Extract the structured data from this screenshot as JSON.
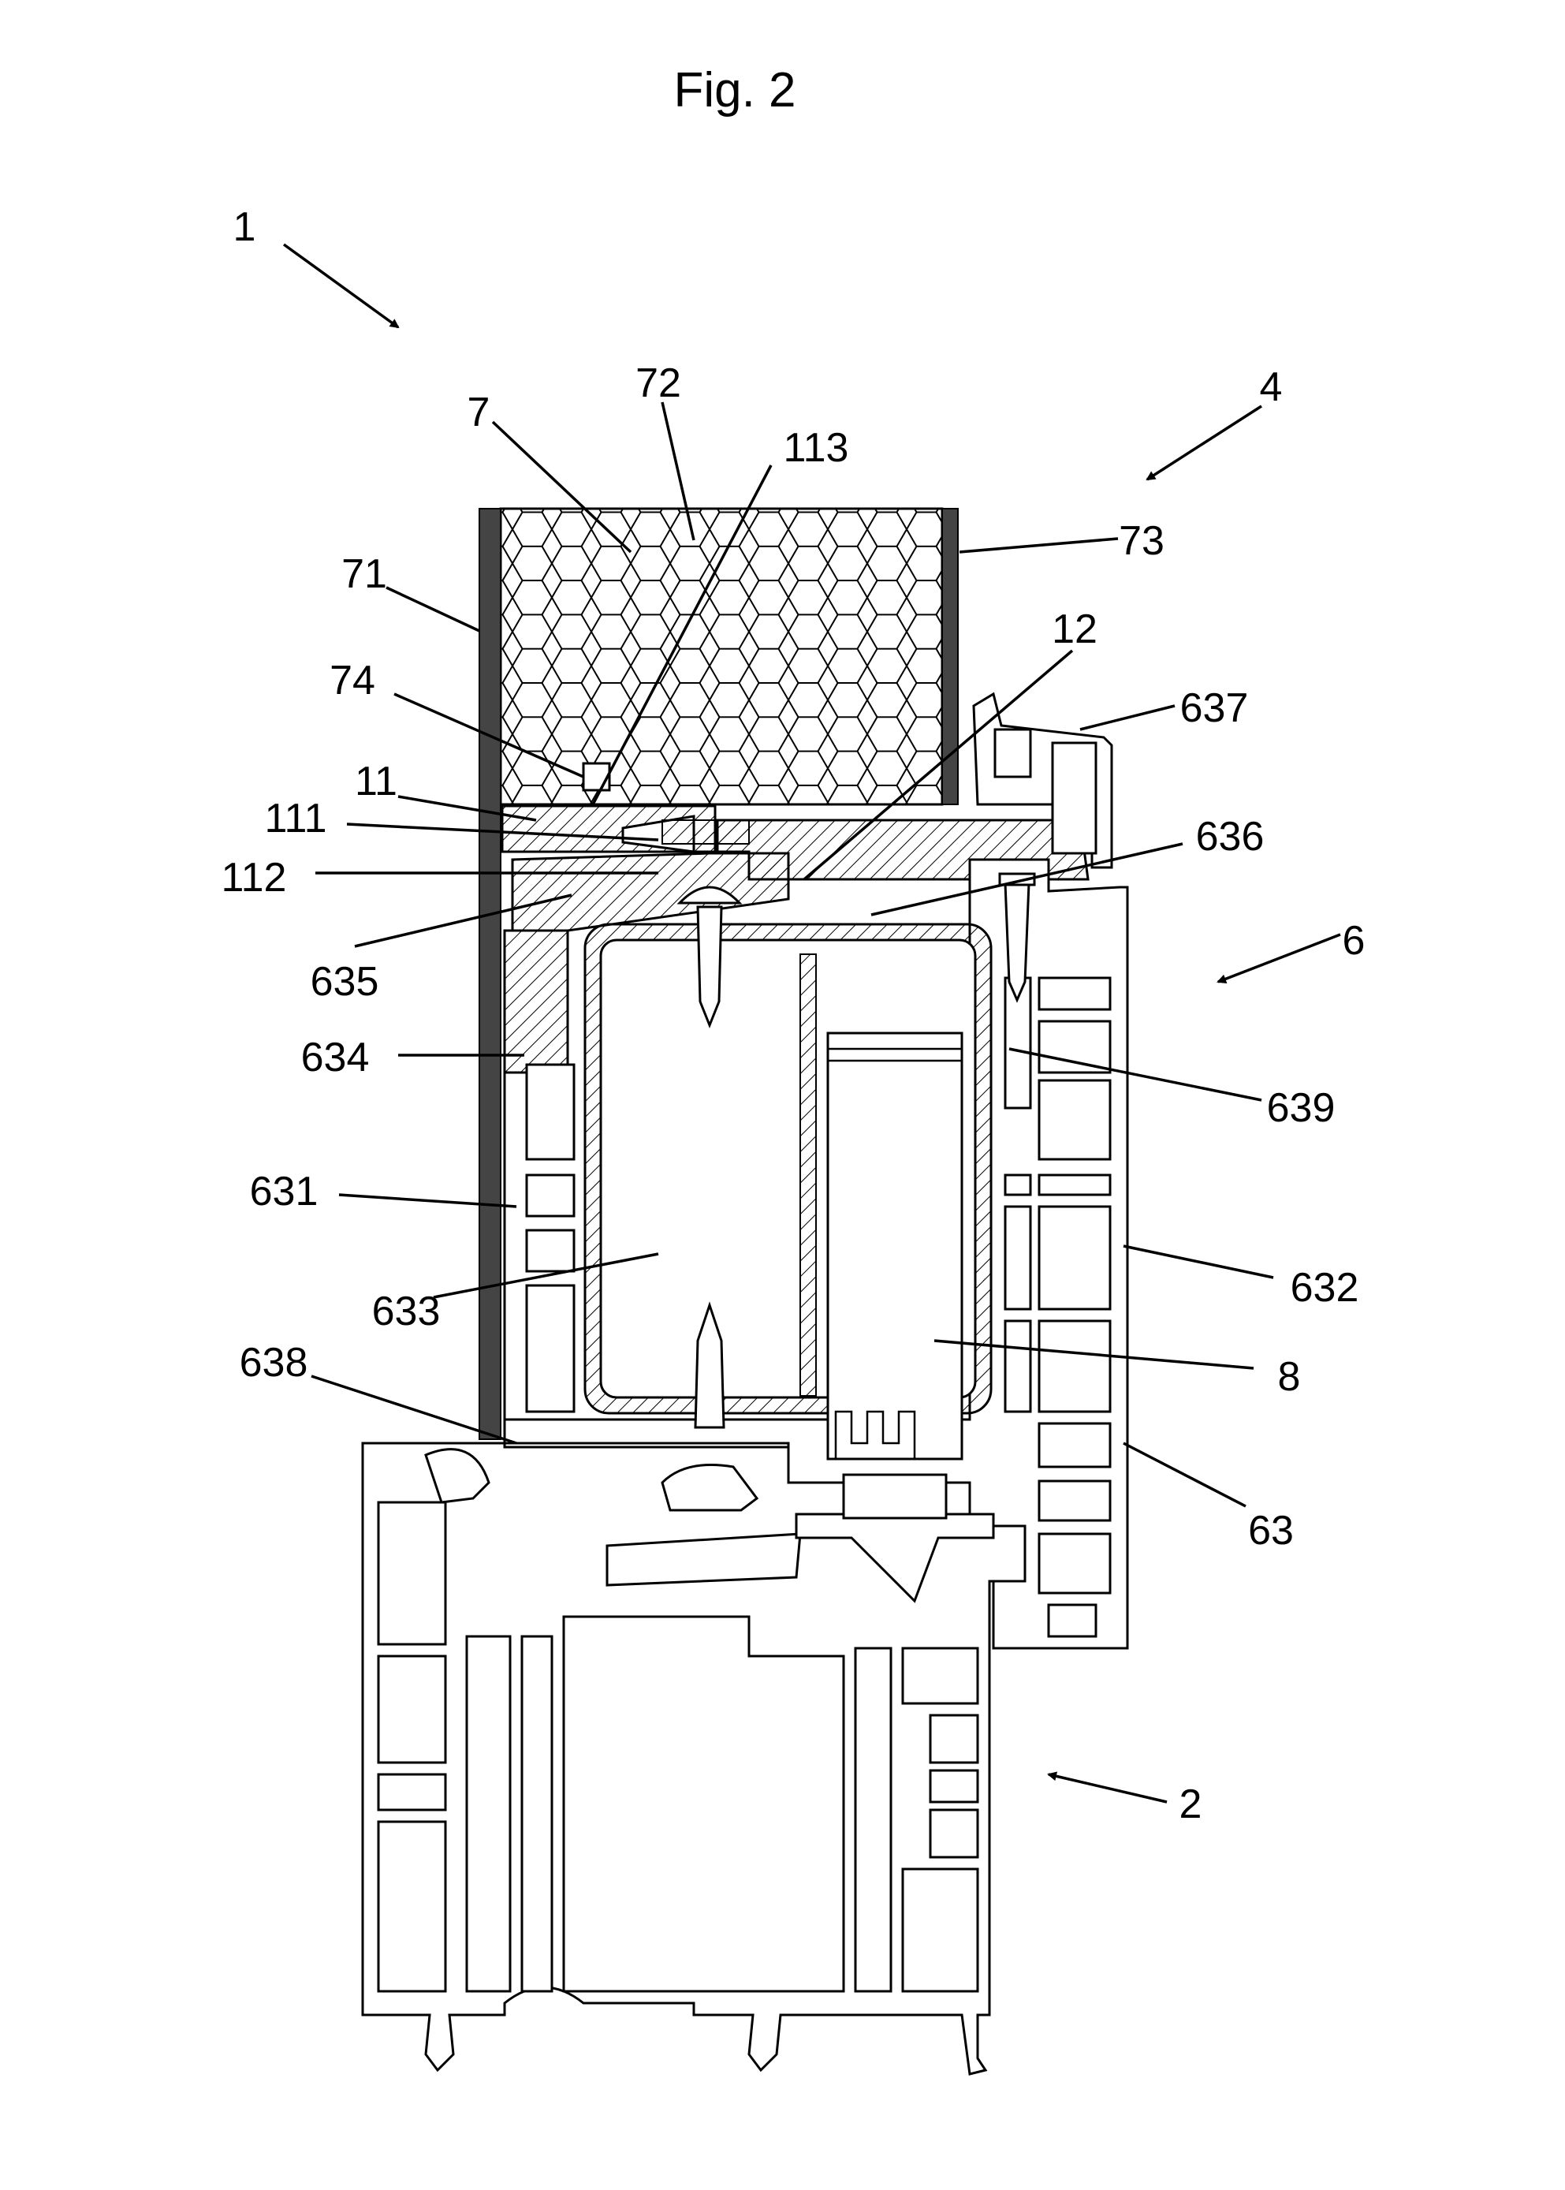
{
  "figure": {
    "title": "Fig. 2",
    "labels": {
      "l1": "1",
      "l2": "2",
      "l4": "4",
      "l6": "6",
      "l7": "7",
      "l72": "72",
      "l113": "113",
      "l73": "73",
      "l71": "71",
      "l12": "12",
      "l637": "637",
      "l74": "74",
      "l11": "11",
      "l111": "111",
      "l636": "636",
      "l112": "112",
      "l635": "635",
      "l634": "634",
      "l639": "639",
      "l631": "631",
      "l632": "632",
      "l633": "633",
      "l8": "8",
      "l638": "638",
      "l63": "63"
    }
  }
}
